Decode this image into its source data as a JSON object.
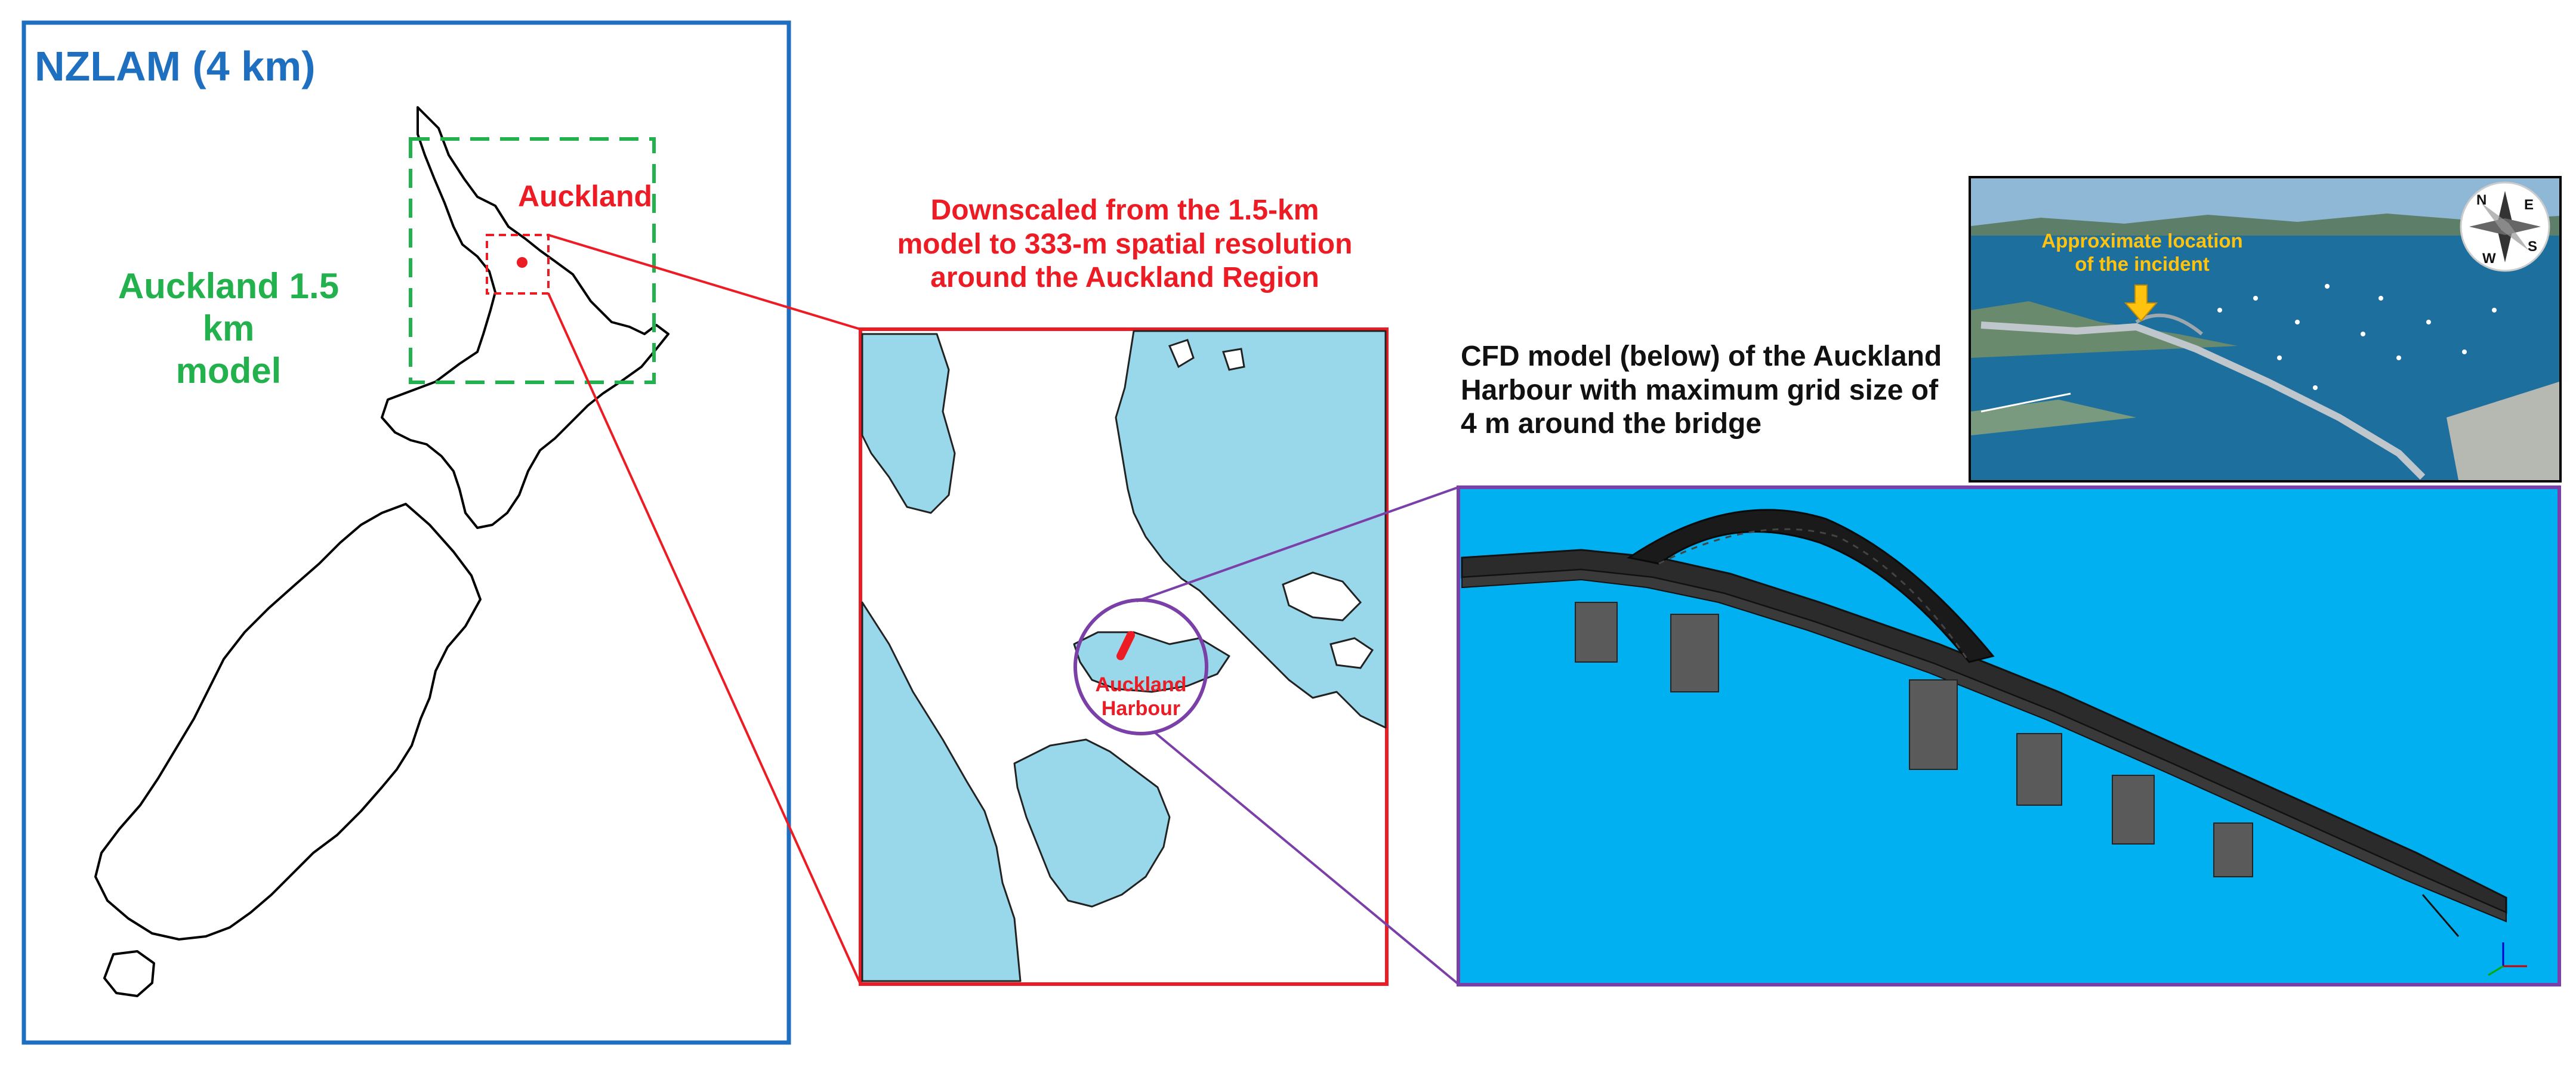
{
  "panels": {
    "nzlam": {
      "title": "NZLAM (4 km)",
      "color": "#1f6fc0"
    },
    "auckland_model": {
      "line1": "Auckland 1.5 km",
      "line2": "model",
      "color": "#22b14c"
    },
    "auckland_marker": {
      "label": "Auckland",
      "color": "#ed1c24"
    },
    "downscaled": {
      "line1": "Downscaled from the 1.5-km",
      "line2": "model to 333-m spatial resolution",
      "line3": "around the Auckland Region",
      "color": "#ed1c24",
      "water_color": "#99d8ea"
    },
    "harbour": {
      "line1": "Auckland",
      "line2": "Harbour",
      "circle_color": "#7b3fa8"
    },
    "cfd": {
      "line1": "CFD model (below) of the Auckland",
      "line2": "Harbour with maximum grid size of",
      "line3": "4 m around the bridge",
      "background": "#00b0f0",
      "frame_color": "#7b3fa8"
    },
    "photo": {
      "line1": "Approximate location",
      "line2": "of the incident",
      "arrow_color": "#ffc20e",
      "compass_letters": [
        "N",
        "E",
        "S",
        "W"
      ]
    }
  }
}
